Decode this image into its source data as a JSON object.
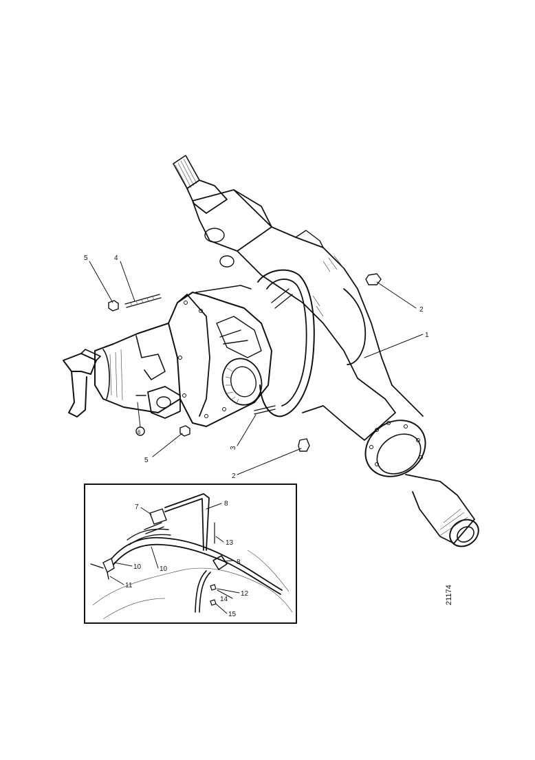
{
  "figure_id": "21174",
  "callouts": {
    "c1": "1",
    "c2a": "2",
    "c2b": "2",
    "c3": "3",
    "c4": "4",
    "c5a": "5",
    "c5b": "5",
    "c6": "6"
  },
  "inset_callouts": {
    "c7": "7",
    "c8a": "8",
    "c8b": "8",
    "c10a": "10",
    "c10b": "10",
    "c11": "11",
    "c12": "12",
    "c13": "13",
    "c14": "14",
    "c15": "15"
  }
}
